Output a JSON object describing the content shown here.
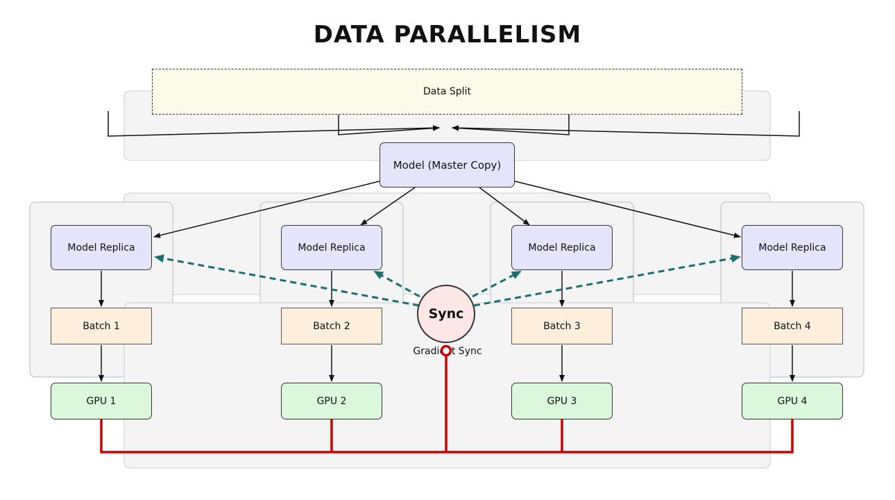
{
  "title": "DATA PARALLELISM",
  "data_split": "Data Split",
  "master": "Model (Master Copy)",
  "workers": [
    {
      "replica": "Model Replica",
      "batch": "Batch 1",
      "gpu": "GPU 1"
    },
    {
      "replica": "Model Replica",
      "batch": "Batch 2",
      "gpu": "GPU 2"
    },
    {
      "replica": "Model Replica",
      "batch": "Batch 3",
      "gpu": "GPU 3"
    },
    {
      "replica": "Model Replica",
      "batch": "Batch 4",
      "gpu": "GPU 4"
    }
  ],
  "sync": {
    "label": "Sync",
    "caption": "Gradient Sync"
  },
  "colors": {
    "sync_line": "#cc0000",
    "sync_dashed": "#1a6e6e",
    "panel": "#f4f4f4",
    "panel_border": "#cccccc"
  }
}
